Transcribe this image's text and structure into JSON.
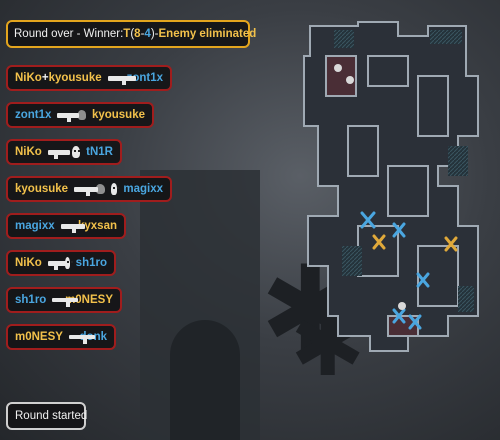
{
  "round_end": {
    "prefix": "Round over - Winner: ",
    "winner": "T",
    "open": " (",
    "t_score": "8",
    "dash": " - ",
    "ct_score": "4",
    "close": ")",
    "sep": " - ",
    "reason": "Enemy eliminated"
  },
  "kills": [
    {
      "killer": "NiKo",
      "assister": "kyousuke",
      "plus": " + ",
      "victim": "zont1x",
      "weapon": "ak47-icon"
    },
    {
      "killer": "zont1x",
      "victim": "kyousuke",
      "weapon": "m4a1-icon"
    },
    {
      "killer": "NiKo",
      "victim": "tN1R",
      "weapon": "deagle-icon"
    },
    {
      "killer": "kyousuke",
      "victim": "magixx",
      "weapon": "ak47-icon"
    },
    {
      "killer": "magixx",
      "victim": "kyxsan",
      "weapon": "m4a4-icon"
    },
    {
      "killer": "NiKo",
      "victim": "sh1ro",
      "weapon": "deagle-icon"
    },
    {
      "killer": "sh1ro",
      "victim": "m0NESY",
      "weapon": "awp-icon"
    },
    {
      "killer": "m0NESY",
      "victim": "donk",
      "weapon": "awp-icon"
    }
  ],
  "round_start": {
    "label": "Round started"
  },
  "colors": {
    "t_side": "#f2c14b",
    "ct_side": "#4aa6e0",
    "kill_border": "#a01d1d",
    "round_end_border": "#e3a51e"
  }
}
